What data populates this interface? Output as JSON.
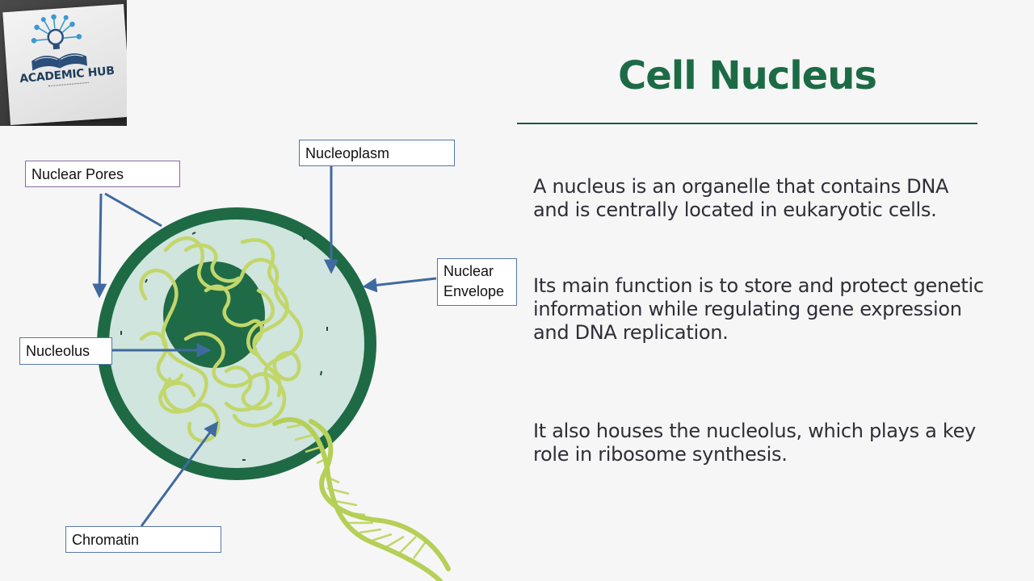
{
  "logo": {
    "text": "ACADEMIC HUB"
  },
  "title": "Cell Nucleus",
  "paragraphs": [
    "A nucleus is an organelle that contains DNA and is centrally located in eukaryotic cells.",
    "Its main function is to store and protect genetic information while regulating gene expression and DNA replication.",
    "It also houses the nucleolus, which plays a key role in ribosome synthesis."
  ],
  "labels": {
    "nuclear_pores": "Nuclear Pores",
    "nucleoplasm": "Nucleoplasm",
    "nuclear_envelope_line1": "Nuclear",
    "nuclear_envelope_line2": "Envelope",
    "nucleolus": "Nucleolus",
    "chromatin": "Chromatin"
  },
  "colors": {
    "title": "#1c6b46",
    "envelope": "#1e6a45",
    "nucleoplasm": "#cfe5dd",
    "nucleolus": "#1f6b47",
    "chromatin": "#c2d66a",
    "arrow": "#3f6aa0"
  }
}
